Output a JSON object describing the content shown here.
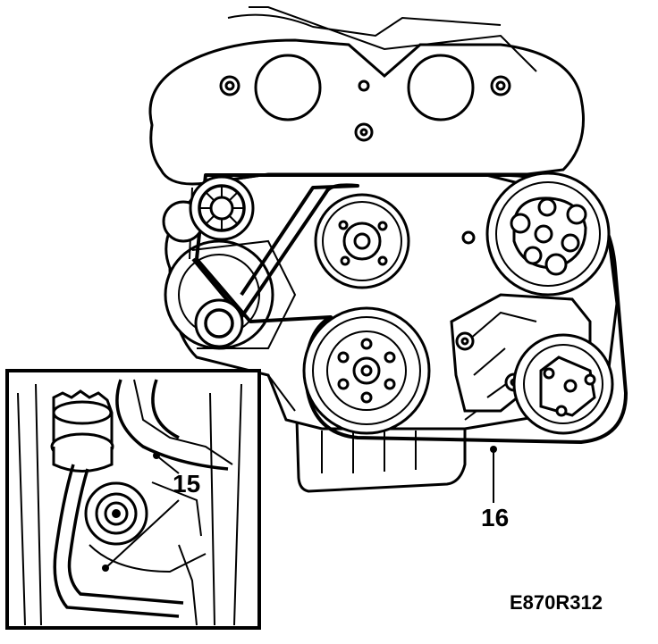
{
  "callouts": {
    "belt_tensioner_label": "15",
    "drive_belt_label": "16"
  },
  "figure": {
    "code": "E870R312"
  }
}
